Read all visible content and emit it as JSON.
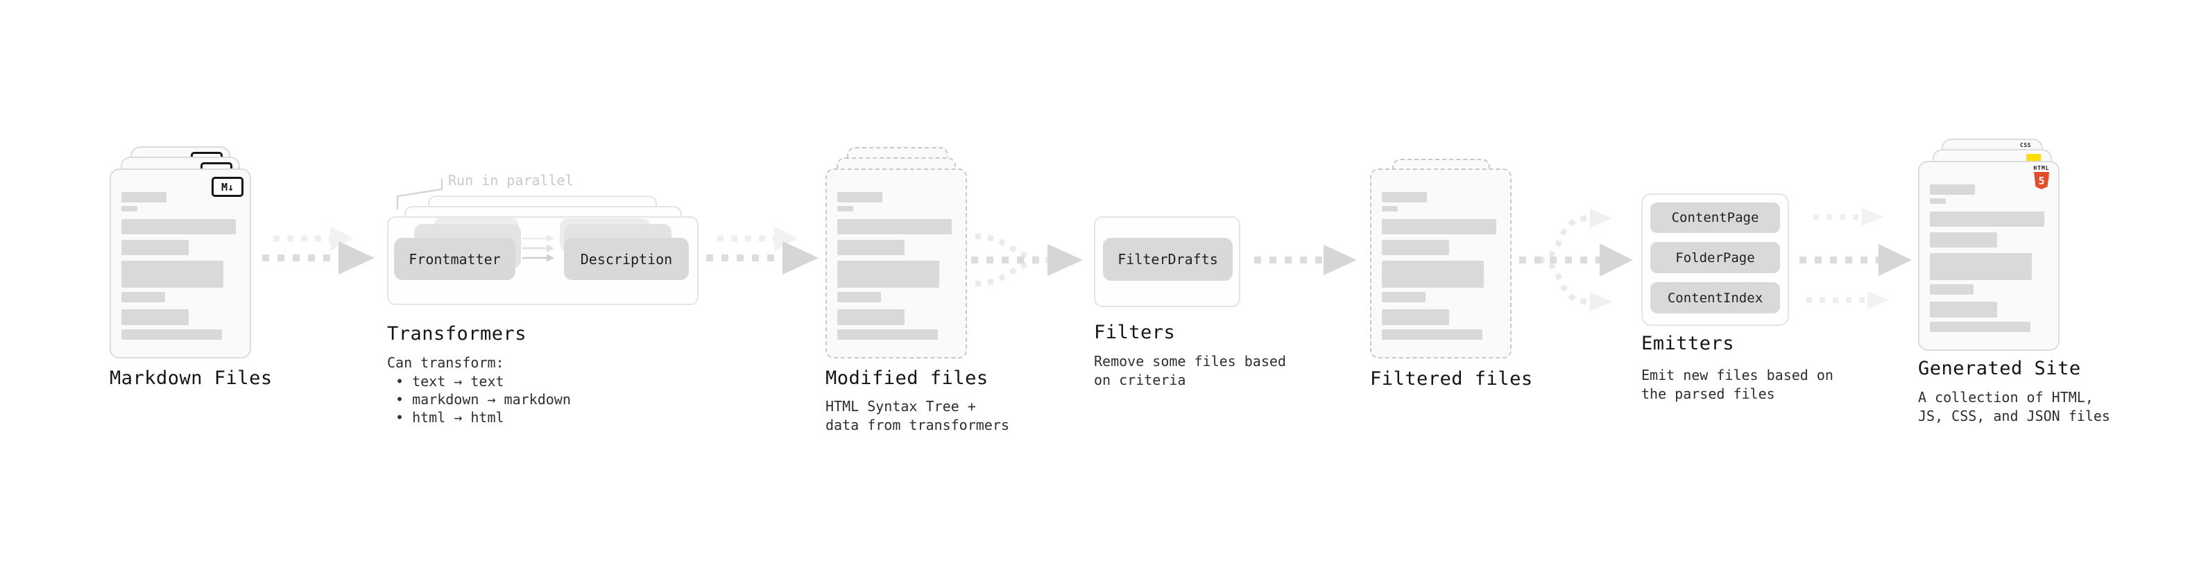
{
  "colors": {
    "html5_orange": "#e44d26",
    "js_yellow": "#ffdd00",
    "css_blue": "#2965f1",
    "bar_gray": "#d9d9d9",
    "node_gray": "#d9d9d9"
  },
  "stages": {
    "markdown": {
      "title": "Markdown Files",
      "badge": "M↓"
    },
    "transformers": {
      "title": "Transformers",
      "annotation": "Run in parallel",
      "node_a": "Frontmatter",
      "node_b": "Description",
      "caption": "Can transform:",
      "bullets": [
        "• text → text",
        "• markdown → markdown",
        "• html → html"
      ]
    },
    "modified": {
      "title": "Modified files",
      "subtitle": [
        "HTML Syntax Tree +",
        "data from transformers"
      ]
    },
    "filters": {
      "title": "Filters",
      "node": "FilterDrafts",
      "subtitle": [
        "Remove some files based",
        "on criteria"
      ]
    },
    "filtered": {
      "title": "Filtered files"
    },
    "emitters": {
      "title": "Emitters",
      "nodes": [
        "ContentPage",
        "FolderPage",
        "ContentIndex"
      ],
      "subtitle": [
        "Emit new files based on",
        "the parsed files"
      ]
    },
    "generated": {
      "title": "Generated Site",
      "subtitle": [
        "A collection of HTML,",
        "JS, CSS, and JSON files"
      ],
      "css_badge": "CSS",
      "html_badge_word": "HTML",
      "html_badge_number": "5"
    }
  }
}
